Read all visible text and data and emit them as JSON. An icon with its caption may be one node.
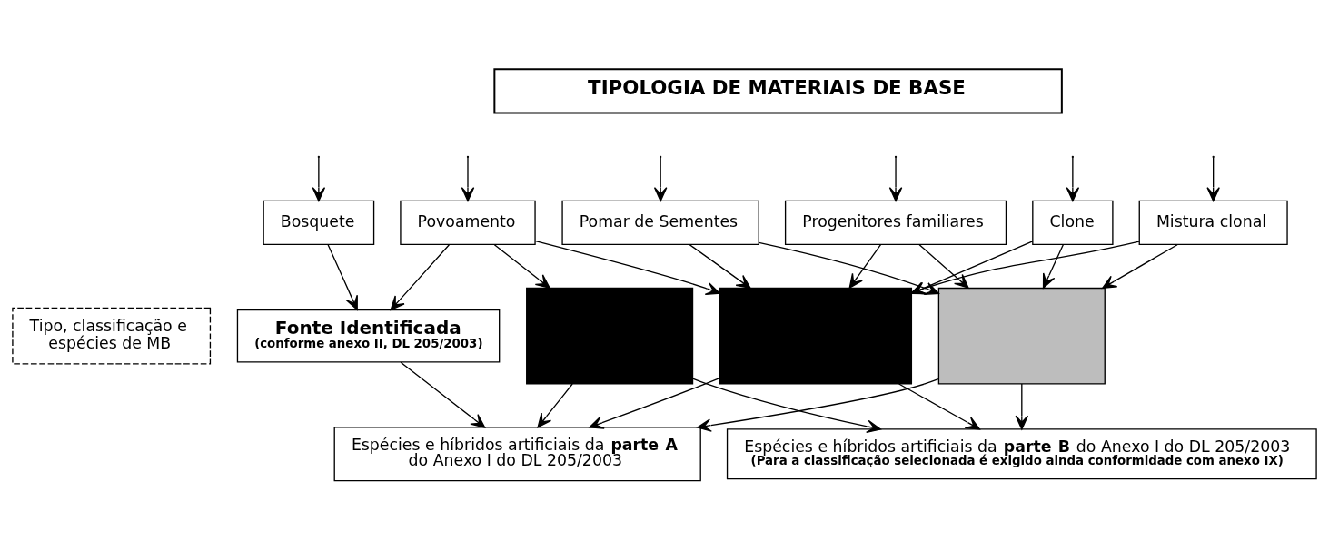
{
  "diagram": {
    "nodes": [
      {
        "text": [
          "TIPOLOGIA DE MATERIAIS DE BASE"
        ]
      },
      {
        "text": [
          "Bosquete"
        ]
      },
      {
        "text": [
          "Povoamento"
        ]
      },
      {
        "text": [
          "Pomar de Sementes"
        ]
      },
      {
        "text": [
          "Progenitores familiares"
        ]
      },
      {
        "text": [
          "Clone"
        ]
      },
      {
        "text": [
          "Mistura clonal"
        ]
      },
      {
        "text": [
          "Fonte Identificada",
          "(conforme anexo II, DL 205/2003)"
        ]
      },
      {
        "text": [],
        "shape": "box"
      },
      {
        "text": [],
        "shape": "box"
      },
      {
        "text": [],
        "shape": "box"
      },
      {
        "text": [
          "Espécies e híbridos artificiais da **parte A** do Anexo I do DL 205/2003"
        ]
      },
      {
        "text": [
          "Espécies e híbridos artificiais da **parte B** do Anexo I do DL 205/2003",
          "(Para a classificação selecionada é exigido ainda conformidade com anexo IX)"
        ]
      },
      {
        "text": [
          "Tipo, classificação e espécies de MB"
        ]
      }
    ],
    "edges": [
      {
        "from": null,
        "to": 1,
        "arrow": "to"
      },
      {
        "from": null,
        "to": 2,
        "arrow": "to"
      },
      {
        "from": null,
        "to": 3,
        "arrow": "to"
      },
      {
        "from": null,
        "to": 4,
        "arrow": "to"
      },
      {
        "from": null,
        "to": 5,
        "arrow": "to"
      },
      {
        "from": null,
        "to": 6,
        "arrow": "to"
      },
      {
        "from": 1,
        "to": 7,
        "arrow": "to"
      },
      {
        "from": 2,
        "to": 7,
        "arrow": "to"
      },
      {
        "from": 2,
        "to": 8,
        "arrow": "to"
      },
      {
        "from": 2,
        "to": 9,
        "arrow": "to"
      },
      {
        "from": 3,
        "to": 9,
        "arrow": "to"
      },
      {
        "from": 3,
        "to": 10,
        "arrow": "to"
      },
      {
        "from": 4,
        "to": 9,
        "arrow": "to"
      },
      {
        "from": 4,
        "to": 10,
        "arrow": "to"
      },
      {
        "from": 5,
        "to": 9,
        "arrow": "to"
      },
      {
        "from": 5,
        "to": 10,
        "arrow": "to"
      },
      {
        "from": 6,
        "to": 9,
        "arrow": "to"
      },
      {
        "from": 6,
        "to": 10,
        "arrow": "to"
      },
      {
        "from": 7,
        "to": 11,
        "arrow": "to"
      },
      {
        "from": 8,
        "to": 11,
        "arrow": "to"
      },
      {
        "from": 9,
        "to": 11,
        "arrow": "to"
      },
      {
        "from": 10,
        "to": 11,
        "arrow": "to"
      },
      {
        "from": 8,
        "to": 12,
        "arrow": "to"
      },
      {
        "from": 9,
        "to": 12,
        "arrow": "to"
      },
      {
        "from": 10,
        "to": 12,
        "arrow": "to"
      }
    ]
  }
}
